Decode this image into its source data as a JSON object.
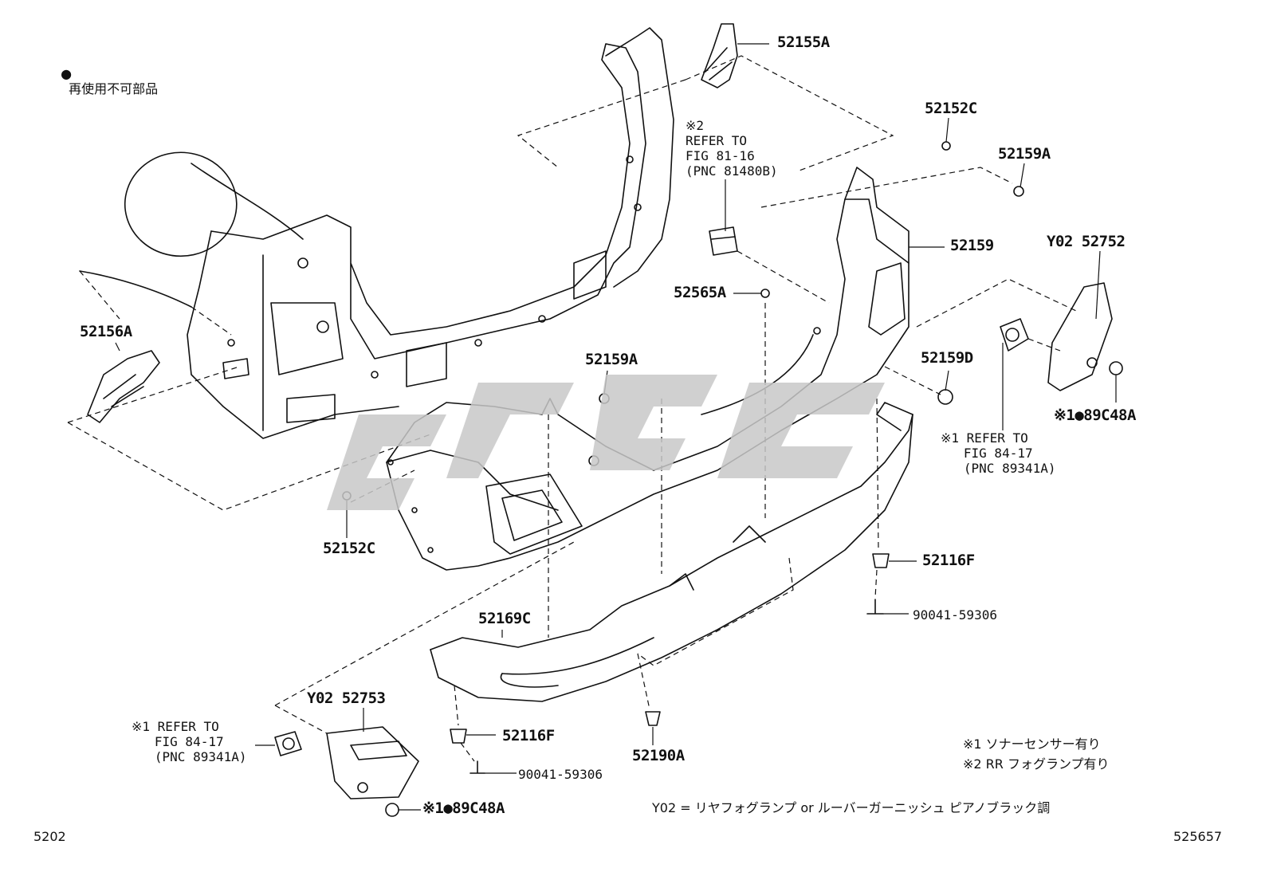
{
  "header": {
    "bullet": "●",
    "legend": "再使用不可部品"
  },
  "parts": {
    "p52155A": "52155A",
    "p52152C_top": "52152C",
    "p52159A_top": "52159A",
    "p52159": "52159",
    "pY02_52752": "Y02 52752",
    "p52156A": "52156A",
    "p52565A": "52565A",
    "p52159A_mid": "52159A",
    "p52159D": "52159D",
    "p89C48A_right": "※1●89C48A",
    "p52152C_bottom": "52152C",
    "p52116F_right": "52116F",
    "p90041_right": "90041-59306",
    "p52169C": "52169C",
    "pY02_52753": "Y02 52753",
    "p52116F_left": "52116F",
    "p90041_left": "90041-59306",
    "p52190A": "52190A",
    "p89C48A_left": "※1●89C48A"
  },
  "refs": {
    "fog_lamp": "※2\nREFER TO\nFIG 81-16\n(PNC 81480B)",
    "sonar_right": "※1 REFER TO\n   FIG 84-17\n   (PNC 89341A)",
    "sonar_left": "※1 REFER TO\n   FIG 84-17\n   (PNC 89341A)"
  },
  "footnotes": {
    "n1": "※1 ソナーセンサー有り",
    "n2": "※2 RR フォグランプ有り",
    "y02": "Y02 = リヤフォグランプ or ルーバーガーニッシュ ピアノブラック調"
  },
  "corners": {
    "left": "5202",
    "right": "525657"
  },
  "colors": {
    "line": "#111111",
    "watermark": "#c8c8c8"
  }
}
